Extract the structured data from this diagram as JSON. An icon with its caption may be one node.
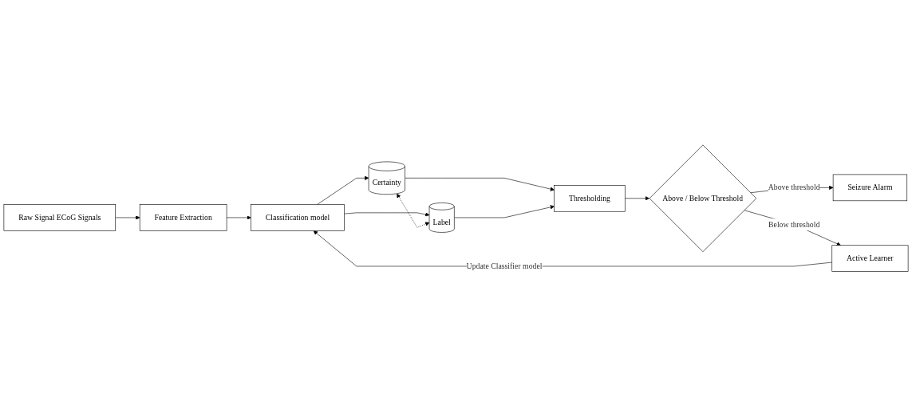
{
  "diagram": {
    "nodes": [
      {
        "text": [
          "Raw Signal ECoG Signals"
        ]
      },
      {
        "text": [
          "Feature Extraction"
        ]
      },
      {
        "text": [
          "Classification model"
        ]
      },
      {
        "text": [
          "Certainty"
        ]
      },
      {
        "text": [
          "Label"
        ]
      },
      {
        "text": [
          "Thresholding"
        ]
      },
      {
        "text": [
          "Above / Below Threshold"
        ]
      },
      {
        "text": [
          "Seizure Alarm"
        ]
      },
      {
        "text": [
          "Active Learner"
        ]
      }
    ],
    "edges": [
      {
        "from": 0,
        "to": 1,
        "arrow": "to"
      },
      {
        "from": 1,
        "to": 2,
        "arrow": "to"
      },
      {
        "from": 2,
        "to": 3,
        "arrow": "to"
      },
      {
        "from": 2,
        "to": 4,
        "arrow": "to"
      },
      {
        "from": 3,
        "to": 4,
        "arrow": "both",
        "style": "dashed"
      },
      {
        "from": 3,
        "to": 5,
        "arrow": "to"
      },
      {
        "from": 4,
        "to": 5,
        "arrow": "to"
      },
      {
        "from": 5,
        "to": 6,
        "arrow": "to"
      },
      {
        "from": 6,
        "to": 7,
        "arrow": "to",
        "label": "Above threshold"
      },
      {
        "from": 6,
        "to": 8,
        "arrow": "to",
        "label": "Below threshold"
      },
      {
        "from": 8,
        "to": 2,
        "arrow": "to",
        "label": "Update Classifier model"
      }
    ]
  }
}
